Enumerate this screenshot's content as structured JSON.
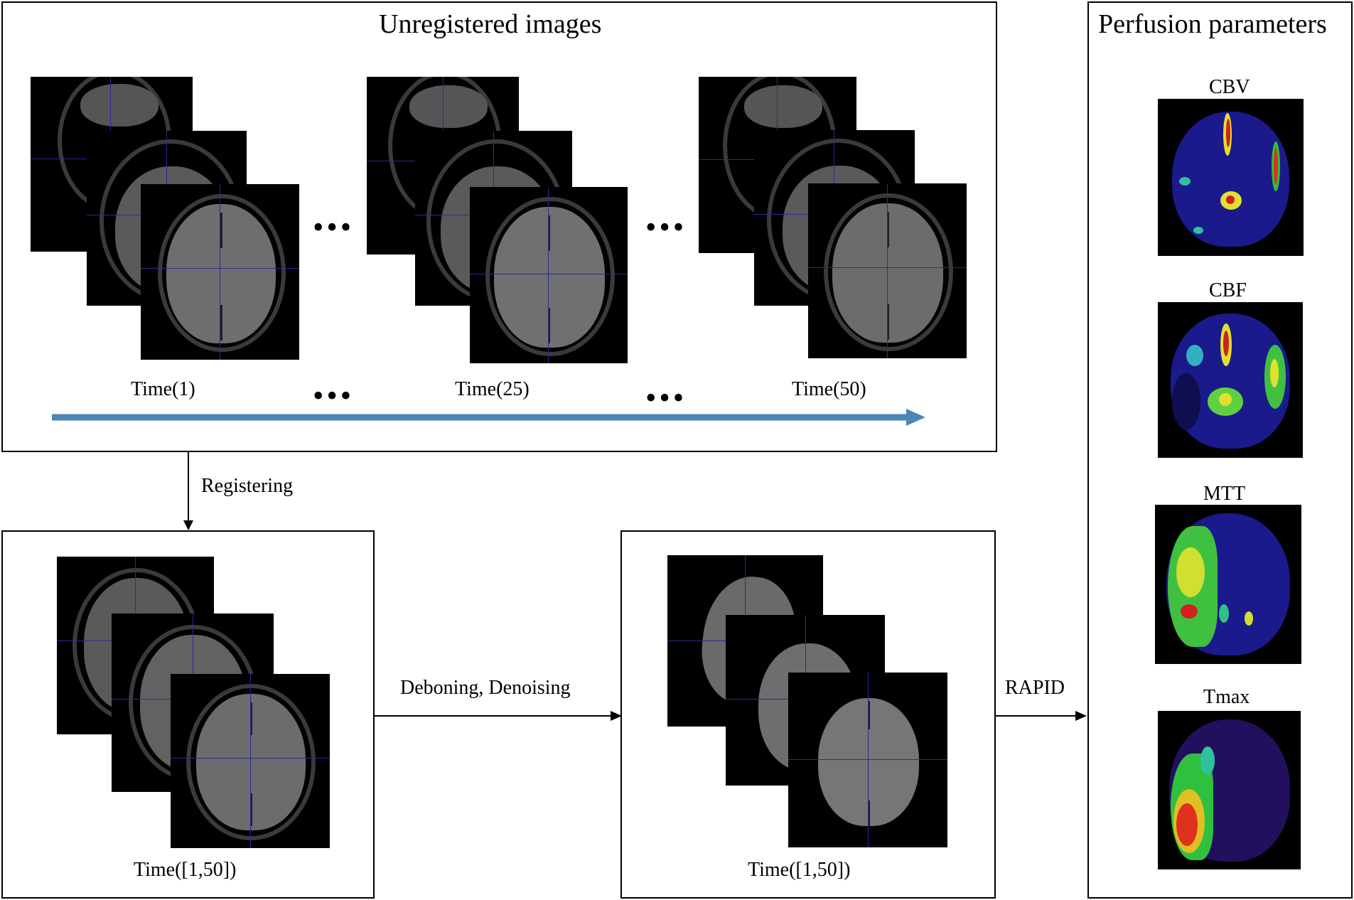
{
  "panels": {
    "unregistered": {
      "title": "Unregistered images"
    },
    "registered": {
      "time_label": "Time([1,50])"
    },
    "deboned": {
      "time_label": "Time([1,50])"
    },
    "perfusion": {
      "title": "Perfusion parameters"
    }
  },
  "time_labels": {
    "t1": "Time(1)",
    "t25": "Time(25)",
    "t50": "Time(50)"
  },
  "ellipsis": "•••",
  "arrows": {
    "registering": "Registering",
    "deboning": "Deboning, Denoising",
    "rapid": "RAPID"
  },
  "maps": [
    {
      "label": "CBV"
    },
    {
      "label": "CBF"
    },
    {
      "label": "MTT"
    },
    {
      "label": "Tmax"
    }
  ],
  "colors": {
    "timeline_arrow": "#4a86b8",
    "map_background": "#1a1a8c",
    "frame_line": "#2a2a9a"
  }
}
